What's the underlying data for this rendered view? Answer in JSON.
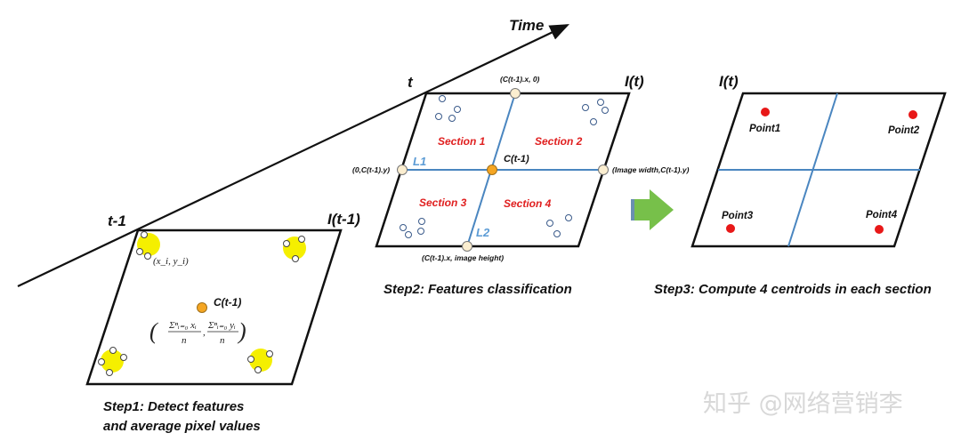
{
  "diagram": {
    "time_axis_label": "Time",
    "frame_prev": {
      "time_label": "t-1",
      "image_label": "I(t-1)",
      "feature_point_label": "(x_i, y_i)",
      "centroid_label": "C(t-1)",
      "formula": {
        "x_numerator": "Σⁿᵢ₌₀ xᵢ",
        "y_numerator": "Σⁿᵢ₌₀ yᵢ",
        "denominator": "n",
        "open_paren": "(",
        "close_paren": ")",
        "comma": ","
      },
      "step_caption_line1": "Step1: Detect features",
      "step_caption_line2": "and average pixel values",
      "colors": {
        "blob": "#f5ef00",
        "centroid": "#f5a623",
        "feature": "#ffffff"
      }
    },
    "frame_curr": {
      "time_label": "t",
      "image_label": "I(t)",
      "top_point_label": "(C(t-1).x, 0)",
      "left_point_label": "(0,C(t-1).y)",
      "right_point_label": "(Image width,C(t-1).y)",
      "bottom_point_label": "(C(t-1).x, image height)",
      "centroid_label": "C(t-1)",
      "line1_label": "L1",
      "line2_label": "L2",
      "sections": [
        "Section 1",
        "Section 2",
        "Section 3",
        "Section 4"
      ],
      "step_caption": "Step2: Features classification",
      "colors": {
        "section_text": "#e02020",
        "split_line": "#4a86c0",
        "anchor": "#fbeed0",
        "centroid": "#f5a623"
      }
    },
    "arrow": {
      "icon": "right-arrow-icon",
      "color": "#77c04a"
    },
    "frame_result": {
      "image_label": "I(t)",
      "points": [
        "Point1",
        "Point2",
        "Point3",
        "Point4"
      ],
      "step_caption": "Step3: Compute 4 centroids in each section",
      "colors": {
        "point": "#e81818",
        "split_line": "#4a86c0"
      }
    },
    "watermark": "知乎 @网络营销李"
  }
}
